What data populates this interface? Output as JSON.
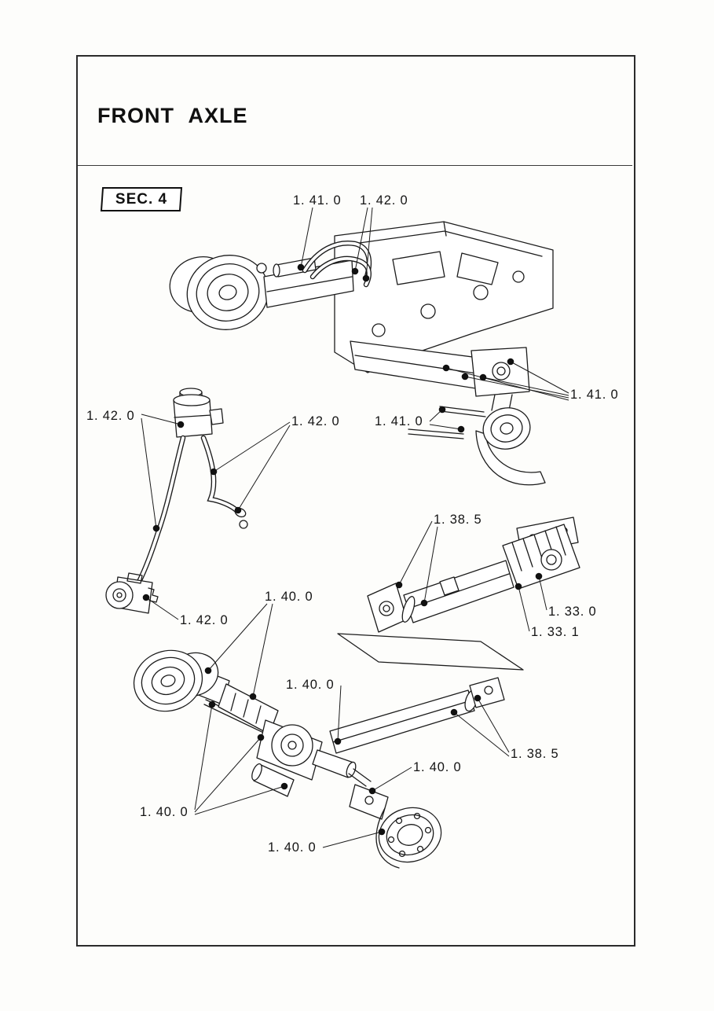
{
  "page": {
    "title": "FRONT AXLE",
    "section_label": "SEC. 4"
  },
  "colors": {
    "paper": "#fdfdfb",
    "ink": "#1c1c1c"
  },
  "callouts": [
    {
      "label": "1. 41. 0"
    },
    {
      "label": "1. 42. 0"
    },
    {
      "label": "1. 41. 0"
    },
    {
      "label": "1. 42. 0"
    },
    {
      "label": "1. 42. 0"
    },
    {
      "label": "1. 41. 0"
    },
    {
      "label": "1. 38. 5"
    },
    {
      "label": "1. 33. 0"
    },
    {
      "label": "1. 33. 1"
    },
    {
      "label": "1. 40. 0"
    },
    {
      "label": "1. 42. 0"
    },
    {
      "label": "1. 40. 0"
    },
    {
      "label": "1. 40. 0"
    },
    {
      "label": "1. 38. 5"
    },
    {
      "label": "1. 40. 0"
    },
    {
      "label": "1. 40. 0"
    }
  ]
}
